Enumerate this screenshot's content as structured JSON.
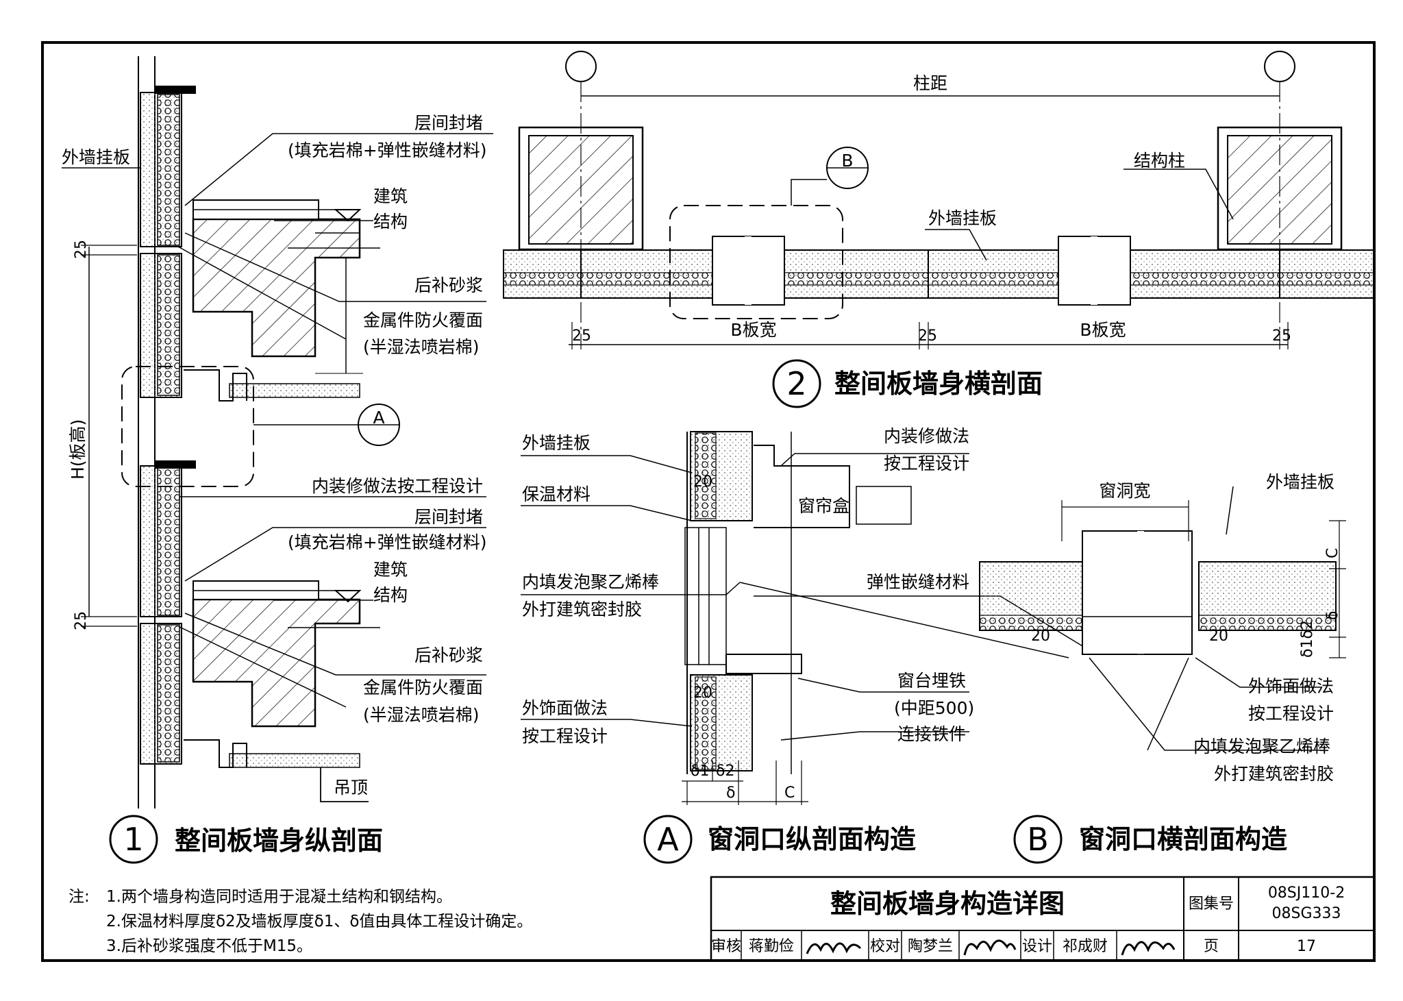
{
  "detail1": {
    "exterior_panel": "外墙挂板",
    "floor_seal": "层间封堵",
    "floor_seal_fill": "(填充岩棉+弹性嵌缝材料)",
    "architectural": "建筑",
    "structural": "结构",
    "mortar": "后补砂浆",
    "fireproof": "金属件防火覆面",
    "fireproof_method": "(半湿法喷岩棉)",
    "marker_a": "A",
    "interior_finish": "内装修做法按工程设计",
    "ceiling": "吊顶",
    "dim_25": "25",
    "dim_h": "H(板高)"
  },
  "detail2": {
    "column_spacing": "柱距",
    "marker_b": "B",
    "structural_column": "结构柱",
    "exterior_panel": "外墙挂板",
    "dim_25": "25",
    "b_width": "B板宽"
  },
  "detailA": {
    "exterior_panel": "外墙挂板",
    "insulation": "保温材料",
    "pe_rod": "内填发泡聚乙烯棒",
    "sealant": "外打建筑密封胶",
    "exterior_finish": "外饰面做法",
    "per_design": "按工程设计",
    "interior_finish": "内装修做法",
    "curtain_box": "窗帘盒",
    "elastic_sealant": "弹性嵌缝材料",
    "sill_embed": "窗台埋铁",
    "spacing_500": "(中距500)",
    "connector": "连接铁件",
    "delta1": "δ1",
    "delta2": "δ2",
    "delta": "δ",
    "c": "C",
    "dim_20": "20"
  },
  "detailB": {
    "window_width": "窗洞宽",
    "exterior_panel": "外墙挂板",
    "exterior_finish": "外饰面做法",
    "per_design": "按工程设计",
    "pe_rod": "内填发泡聚乙烯棒",
    "sealant": "外打建筑密封胶",
    "c": "C",
    "delta": "δ",
    "delta12": "δ1δ2",
    "dim_20": "20"
  },
  "titles": {
    "d1_num": "1",
    "d1": "整间板墙身纵剖面",
    "d2_num": "2",
    "d2": "整间板墙身横剖面",
    "da_letter": "A",
    "da": "窗洞口纵剖面构造",
    "db_letter": "B",
    "db": "窗洞口横剖面构造"
  },
  "notes": {
    "prefix": "注:",
    "items": [
      "1.两个墙身构造同时适用于混凝土结构和钢结构。",
      "2.保温材料厚度δ2及墙板厚度δ1、δ值由具体工程设计确定。",
      "3.后补砂浆强度不低于M15。"
    ]
  },
  "title_block": {
    "title": "整间板墙身构造详图",
    "atlas_no_label": "图集号",
    "atlas_no": [
      "08SJ110-2",
      "08SG333"
    ],
    "review_label": "审核",
    "reviewer": "蒋勤俭",
    "check_label": "校对",
    "checker": "陶梦兰",
    "design_label": "设计",
    "designer": "祁成财",
    "page_label": "页",
    "page": "17"
  }
}
